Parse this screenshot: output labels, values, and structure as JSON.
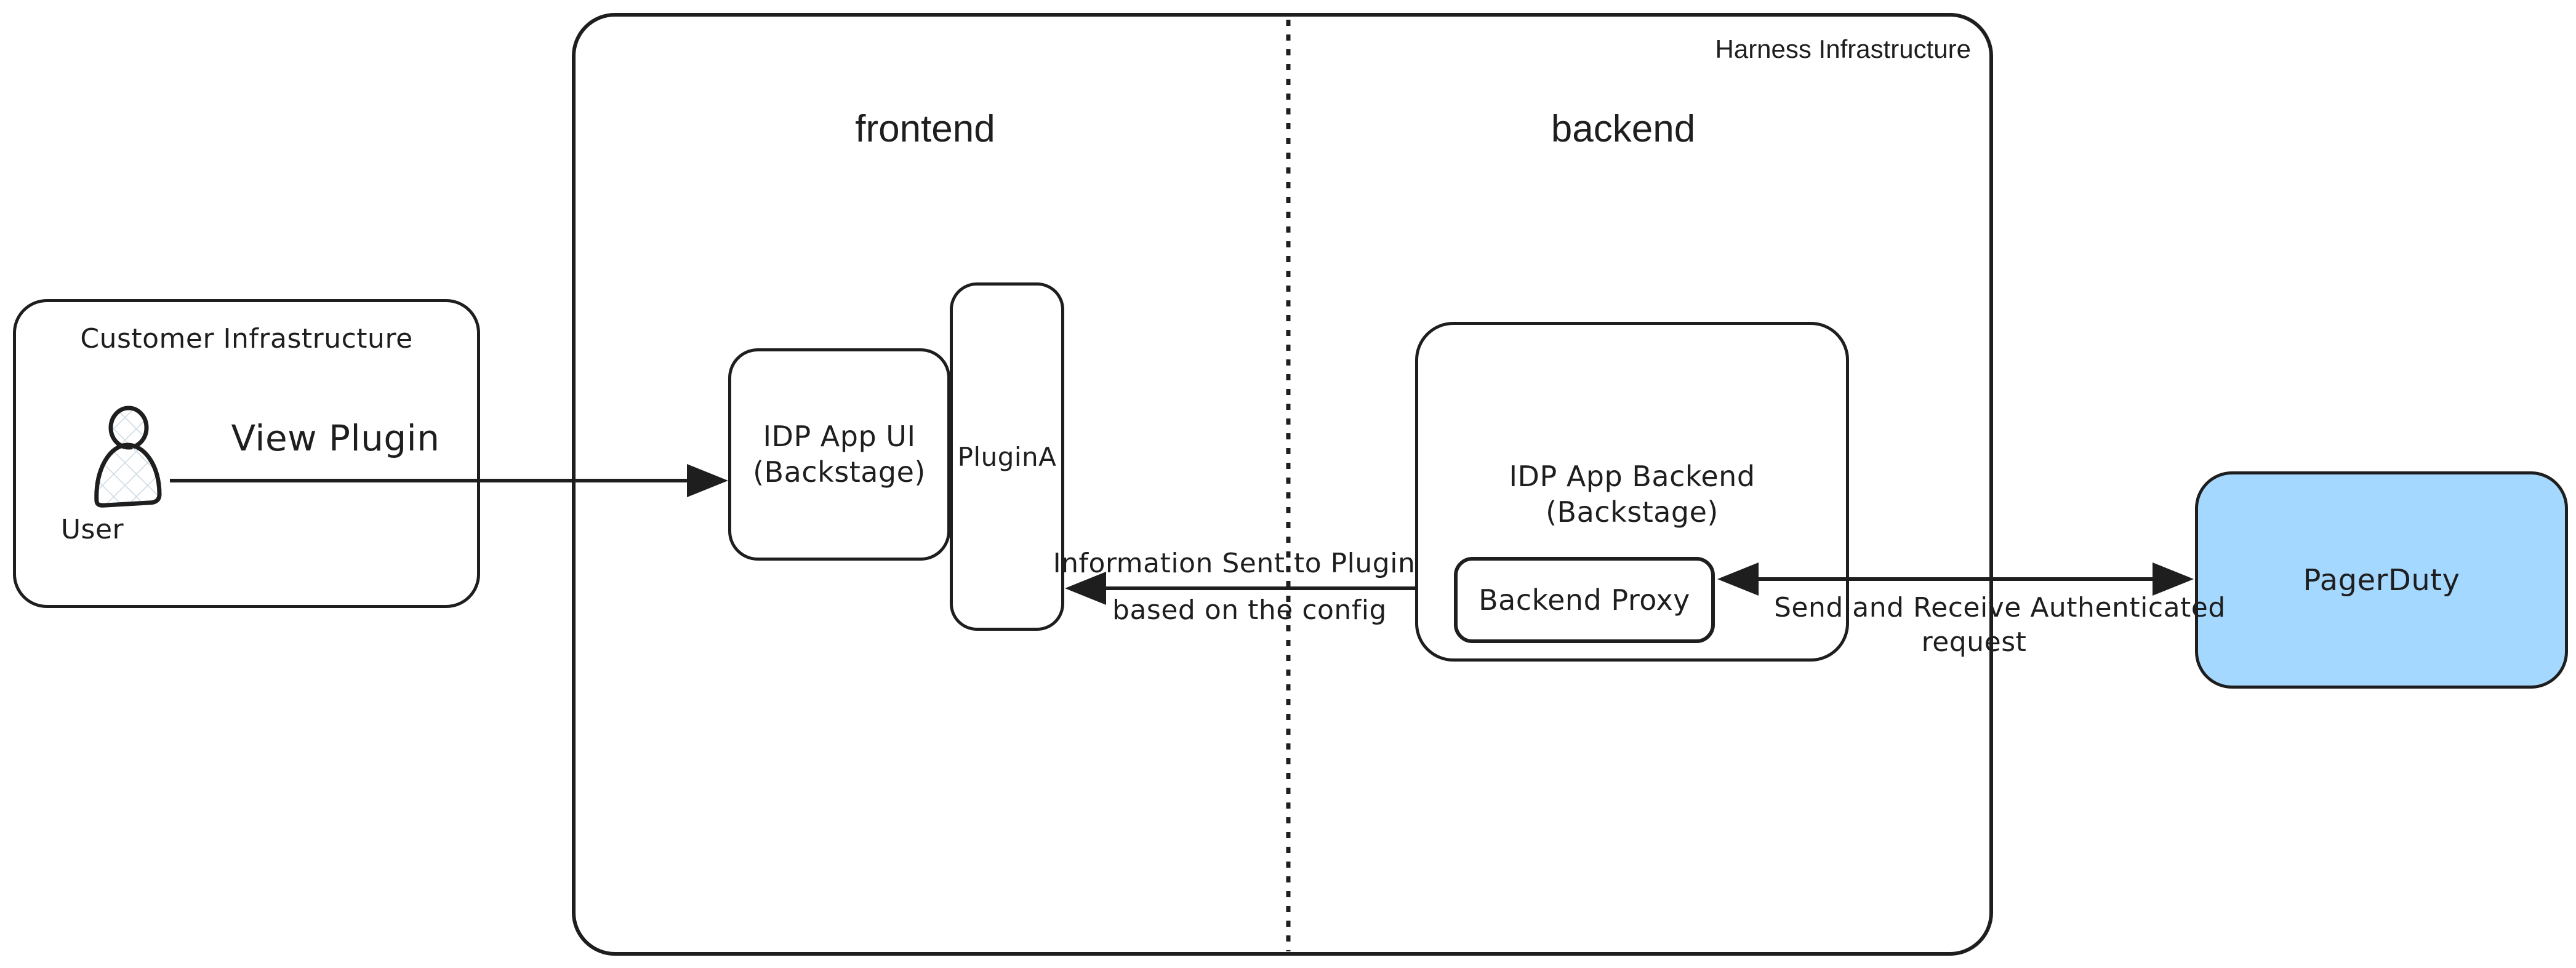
{
  "colors": {
    "background": "#ffffff",
    "stroke": "#1e1e1e",
    "pagerduty_fill": "#a5d8ff",
    "hatch_fill": "#ccd9e2"
  },
  "customer_box": {
    "title": "Customer Infrastructure",
    "user_label": "User"
  },
  "harness_box": {
    "title": "Harness Infrastructure",
    "frontend_label": "frontend",
    "backend_label": "backend"
  },
  "nodes": {
    "idp_app_ui": {
      "line1": "IDP App UI",
      "line2": "(Backstage)"
    },
    "plugin_a": {
      "label": "PluginA"
    },
    "idp_app_backend": {
      "line1": "IDP App Backend",
      "line2": "(Backstage)"
    },
    "backend_proxy": {
      "label": "Backend Proxy"
    },
    "pagerduty": {
      "label": "PagerDuty"
    }
  },
  "arrows": {
    "view_plugin": {
      "label": "View Plugin"
    },
    "info_to_plugin": {
      "line1": "Information Sent to Plugin",
      "line2": "based on the config"
    },
    "authenticated_request": {
      "line1": "Send and Receive Authenticated",
      "line2": "request"
    }
  }
}
